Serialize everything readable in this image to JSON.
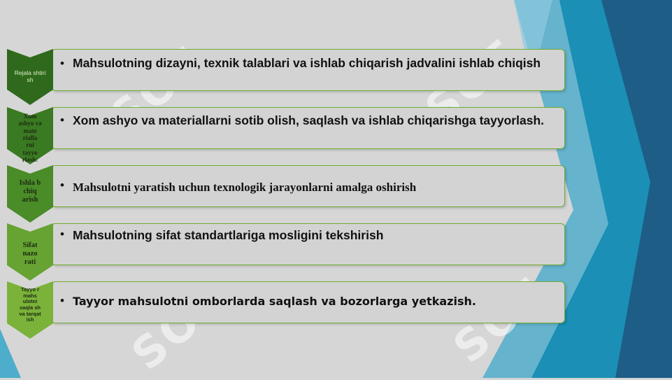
{
  "watermark": {
    "text": "SOF"
  },
  "colors": {
    "green_dark": "#2f6a1c",
    "green_mid": "#4a8c28",
    "green_light": "#7ab23a",
    "accent_border": "#6fae2f",
    "teal": "#1b8fb5",
    "navy": "#1d5d86"
  },
  "steps": [
    {
      "label": "Rejala shtiri sh",
      "text": " Mahsulotning dizayni, texnik talablari va ishlab chiqarish jadvalini ishlab chiqish"
    },
    {
      "label": "Xom ashyo va mate rialla rni tayyo rlash:",
      "text": "Xom ashyo va materiallarni sotib olish, saqlash va ishlab chiqarishga tayyorlash."
    },
    {
      "label": "Ishla b chiq arish",
      "text": "Mahsulotni yaratish uchun texnologik jarayonlarni amalga oshirish"
    },
    {
      "label": "Sifat nazo rati",
      "text": "Mahsulotning sifat standartlariga mosligini tekshirish"
    },
    {
      "label": "Tayyo r mahs ulotni saqla sh va tarqat ish",
      "text": "Tayyor mahsulotni omborlarda saqlash va bozorlarga yetkazish."
    }
  ]
}
